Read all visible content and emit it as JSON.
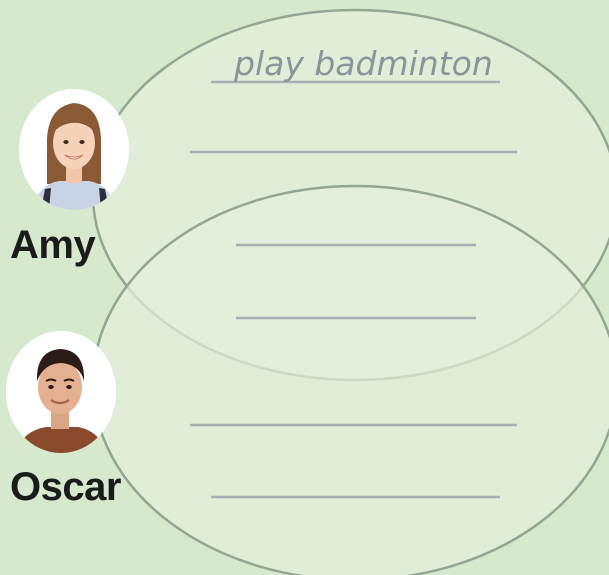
{
  "people": [
    {
      "name": "Amy"
    },
    {
      "name": "Oscar"
    }
  ],
  "venn": {
    "example_answer": "play badminton",
    "blank_count": 6
  },
  "colors": {
    "background": "#d7e9cd",
    "ellipse_fill": "#e6f0dc",
    "ellipse_stroke": "#93a593",
    "line": "#a9b0b3",
    "name_text": "#1b1b1b",
    "example_text": "#8a949c"
  },
  "icons": [
    "girl-portrait",
    "boy-portrait"
  ]
}
